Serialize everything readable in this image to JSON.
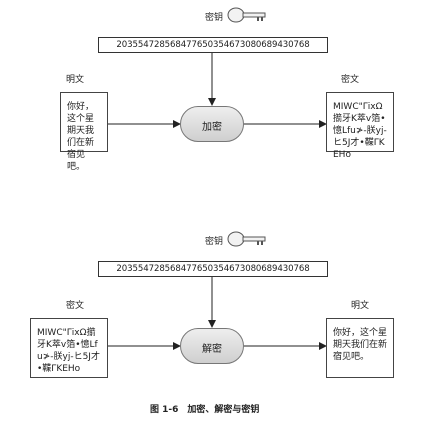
{
  "panels": {
    "encrypt": {
      "key_label": "密钥",
      "key_value": "20355472856847765035467308068943076​8",
      "input_label": "明文",
      "input_text": "你好，这个星期天我们在新宿见吧。",
      "process_label": "加密",
      "output_label": "密文",
      "output_text": "MIWC\"ΓixΩ擶牙K萃v箔•憶Lfu≯-朕yj-ヒ5J才•鞢ΓKEHo"
    },
    "decrypt": {
      "key_label": "密钥",
      "key_value": "203554728568477650354673080689430768",
      "input_label": "密文",
      "input_text": "MIWC\"ΓixΩ擶牙K萃v箔•憶Lfu≯-朕yj-ヒ5J才•鞢ΓKEHo",
      "process_label": "解密",
      "output_label": "明文",
      "output_text": "你好，这个星期天我们在新宿见吧。"
    }
  },
  "caption": "图 1-6　加密、解密与密钥",
  "icons": {
    "key": "key-icon"
  }
}
